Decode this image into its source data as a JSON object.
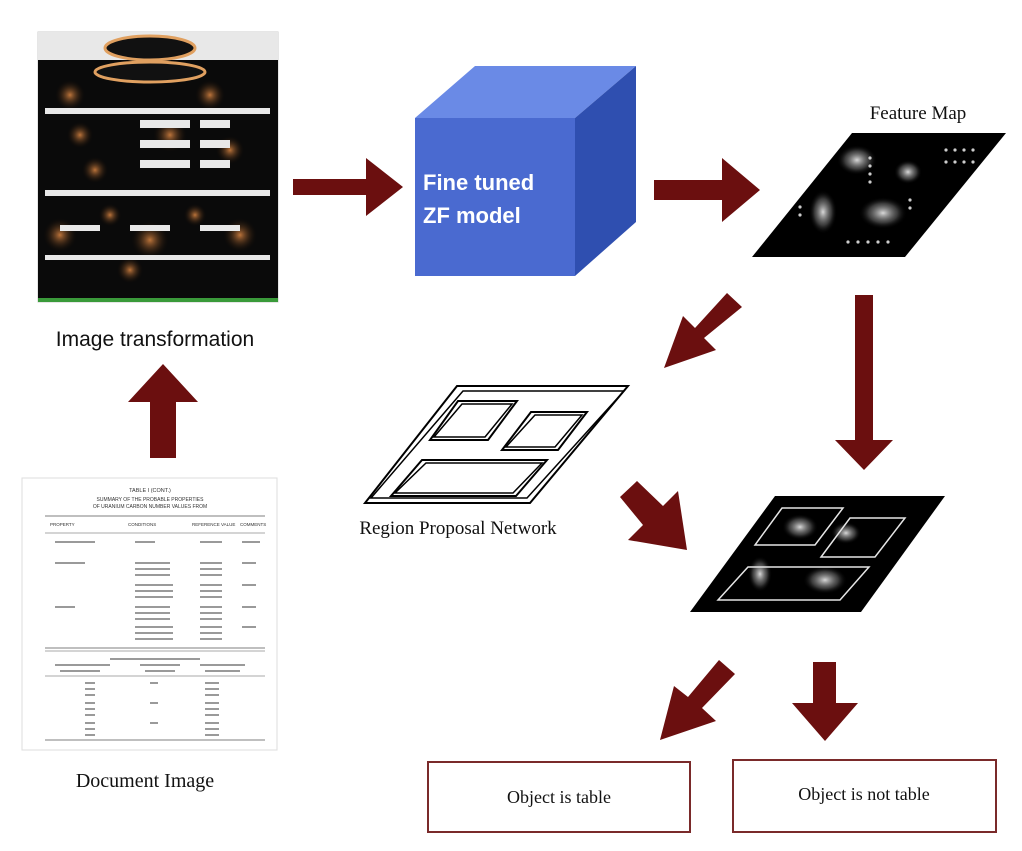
{
  "labels": {
    "image_transformation": "Image transformation",
    "document_image": "Document Image",
    "model": [
      "Fine tuned",
      "ZF model"
    ],
    "feature_map": "Feature Map",
    "rpn": "Region Proposal Network",
    "object_is_table": "Object is table",
    "object_is_not_table": "Object is not table"
  },
  "colors": {
    "arrow": "#6b0f0f",
    "cube_front": "#4a6ad0",
    "cube_top": "#6a8ae6",
    "cube_side": "#2f4fb0",
    "cube_text": "#ffffff",
    "box_border": "#7a2a2a",
    "map_bg": "#000000"
  },
  "document_page": {
    "title_lines": [
      "TABLE I (CONT.)",
      "SUMMARY OF THE PROBABLE PROPERTIES",
      "OF URANIUM CARBON NUMBER VALUES FROM"
    ],
    "col_headers": [
      "PROPERTY",
      "CONDITIONS",
      "REFERENCE VALUE",
      "COMMENTS"
    ]
  }
}
